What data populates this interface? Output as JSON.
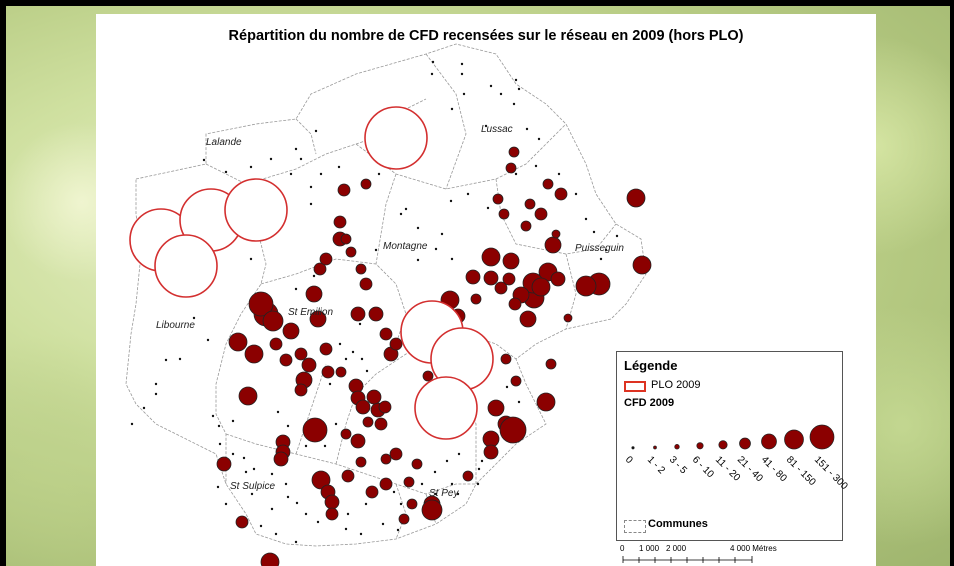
{
  "title": "Répartition du nombre de CFD recensées sur le réseau en 2009 (hors PLO)",
  "communes": [
    "Lalande",
    "Lussac",
    "Montagne",
    "Puisseguin",
    "Libourne",
    "St Emilion",
    "St Sulpice",
    "St Pey"
  ],
  "legend": {
    "title": "Légende",
    "plo_label": "PLO 2009",
    "cfd_title": "CFD 2009",
    "classes": [
      "0",
      "1 - 2",
      "3 - 5",
      "6 - 10",
      "11 - 20",
      "21 - 40",
      "41 - 80",
      "81 - 150",
      "151 - 300"
    ],
    "communes_label": "Communes"
  },
  "scale": {
    "labels": [
      "0",
      "1 000",
      "2 000",
      "4 000 Métres"
    ]
  },
  "colors": {
    "cfd_fill": "#8b0000",
    "plo_outline": "#d32f2f"
  }
}
